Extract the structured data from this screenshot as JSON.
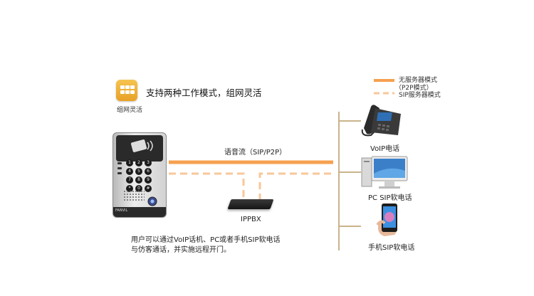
{
  "legend": {
    "solid_label": "无服务器模式",
    "solid_sub": "（P2P模式）",
    "dashed_label": "SIP服务器模式"
  },
  "app": {
    "icon_caption": "组网灵活",
    "heading": "支持两种工作模式，组网灵活"
  },
  "flow_label": "语音流（SIP/P2P）",
  "pbx_label": "IPPBX",
  "devices": {
    "voip": "VoIP电话",
    "pc": "PC SIP软电话",
    "mobile": "手机SIP软电话"
  },
  "description": {
    "line1": "用户可以通过VoIP话机、PC或者手机SIP软电话",
    "line2": "与仿客通话，并实施远程开门。"
  },
  "intercom": {
    "brand": "FANVIL",
    "keys": [
      "1",
      "2",
      "3",
      "4",
      "5",
      "6",
      "7",
      "8",
      "9",
      "*",
      "0",
      "#"
    ]
  },
  "colors": {
    "solid_line": "#f5a04f",
    "dashed_line": "#f8c79a",
    "bus_line": "#c9b48a"
  }
}
